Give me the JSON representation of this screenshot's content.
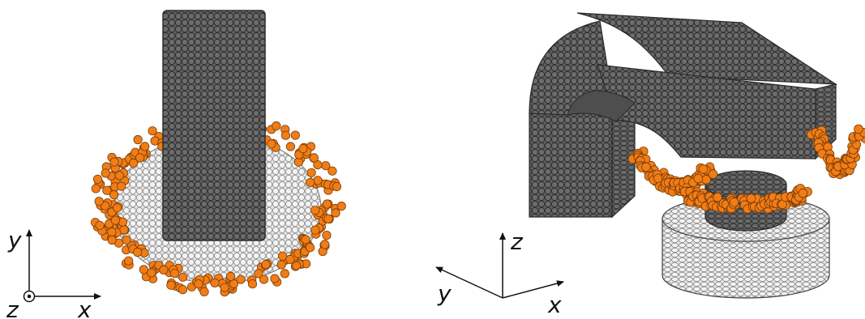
{
  "left_panel": {
    "axes": {
      "y": "y",
      "z": "z",
      "x": "x"
    }
  },
  "right_panel": {
    "axes": {
      "z": "z",
      "y": "y",
      "x": "x"
    }
  },
  "colors": {
    "magnet_dark": "#5f5f5f",
    "magnet_grid": "#2e2e2e",
    "particle_light": "#efefef",
    "particle_grid": "#8a8a8a",
    "particle_orange": "#f07d16",
    "particle_orange_edge": "#7a3b06",
    "axis": "#111111"
  }
}
